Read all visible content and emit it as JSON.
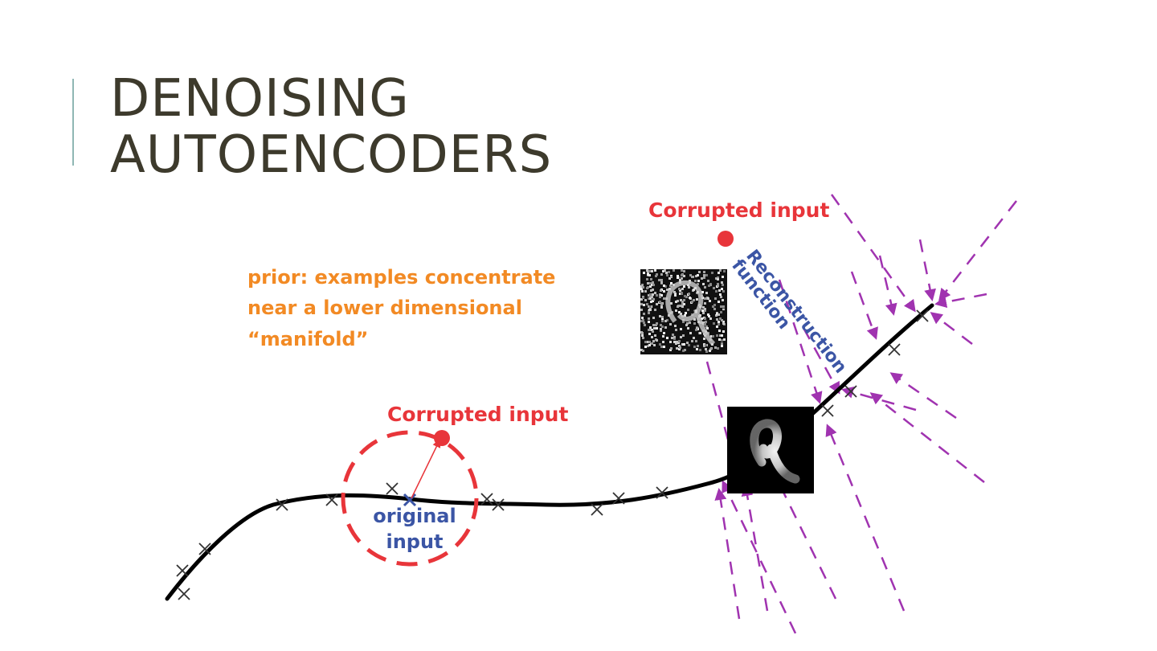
{
  "slide": {
    "title_line1": "DENOISING",
    "title_line2": "AUTOENCODERS"
  },
  "diagram": {
    "prior_text": [
      "prior: examples concentrate",
      "near a lower dimensional",
      "“manifold”"
    ],
    "corrupted_top": "Corrupted input",
    "corrupted_mid": "Corrupted input",
    "original_input": [
      "original",
      "input"
    ],
    "reconstruction": [
      "Reconstruction",
      "function"
    ],
    "colors": {
      "corrupted": "#e8353a",
      "prior": "#f28a24",
      "original": "#3b55a5",
      "arrows": "#a033b0",
      "curve": "#000000"
    }
  }
}
